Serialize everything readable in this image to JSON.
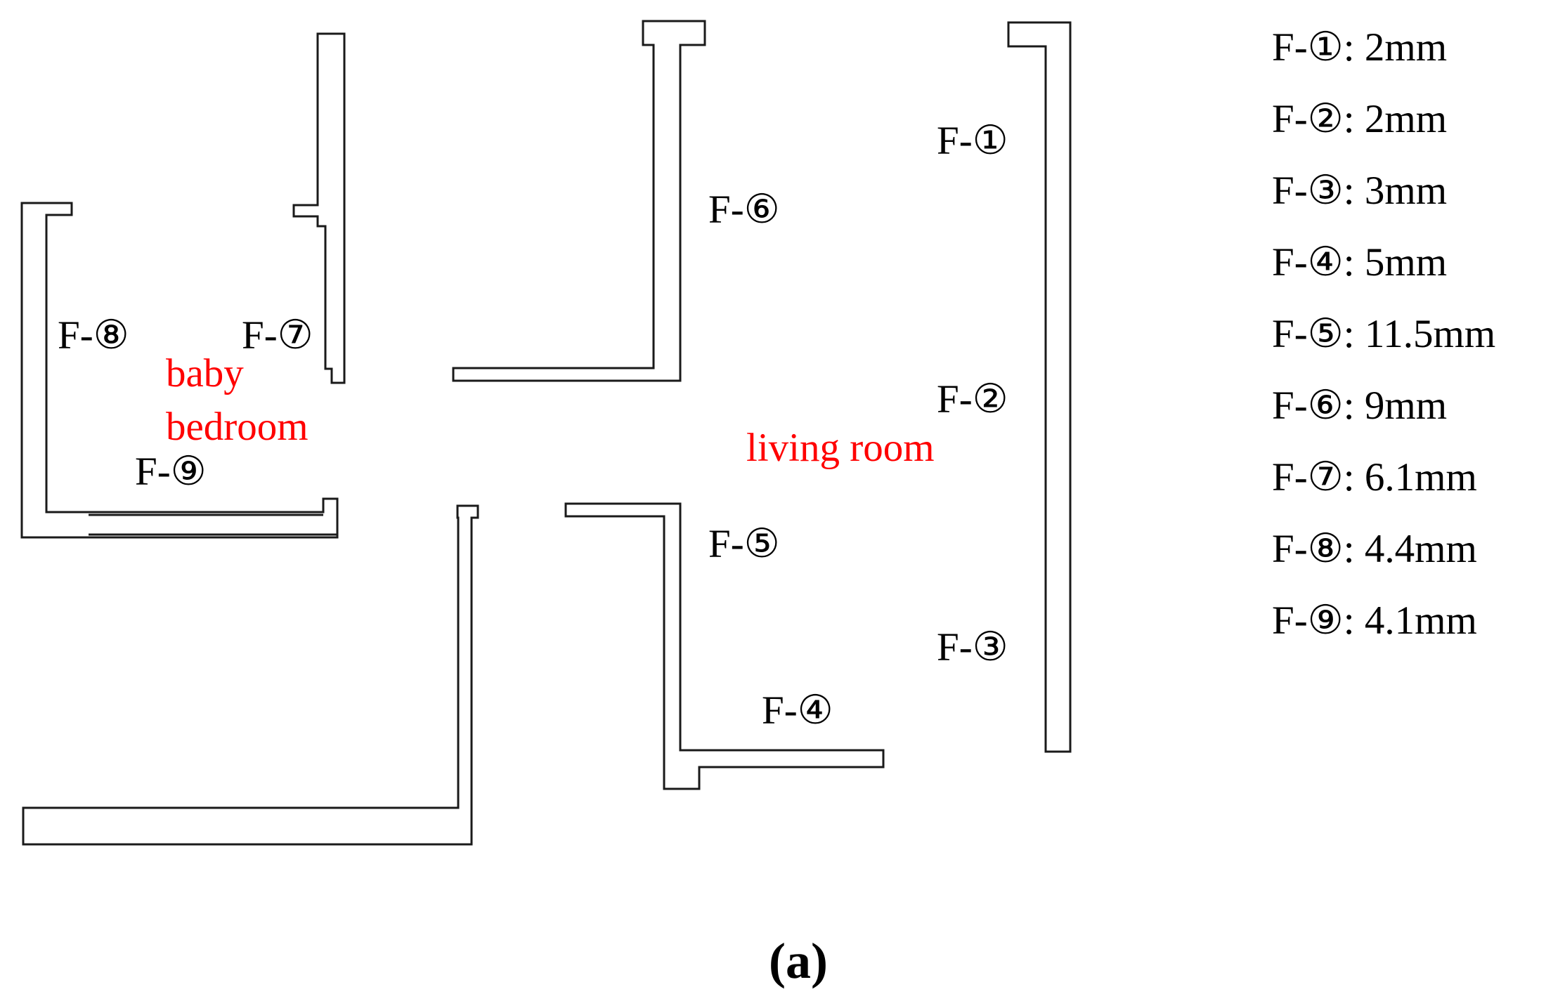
{
  "colors": {
    "wall": "#1a1a1a",
    "room_label": "#ff0000",
    "text": "#000000",
    "background": "#ffffff"
  },
  "fault_labels": {
    "f1": "F-①",
    "f2": "F-②",
    "f3": "F-③",
    "f4": "F-④",
    "f5": "F-⑤",
    "f6": "F-⑥",
    "f7": "F-⑦",
    "f8": "F-⑧",
    "f9": "F-⑨"
  },
  "rooms": {
    "baby_line1": "baby",
    "baby_line2": "bedroom",
    "living": "living room"
  },
  "legend": [
    "F-①: 2mm",
    "F-②: 2mm",
    "F-③: 3mm",
    "F-④: 5mm",
    "F-⑤: 11.5mm",
    "F-⑥: 9mm",
    "F-⑦: 6.1mm",
    "F-⑧: 4.4mm",
    "F-⑨: 4.1mm"
  ],
  "caption": "(a)"
}
